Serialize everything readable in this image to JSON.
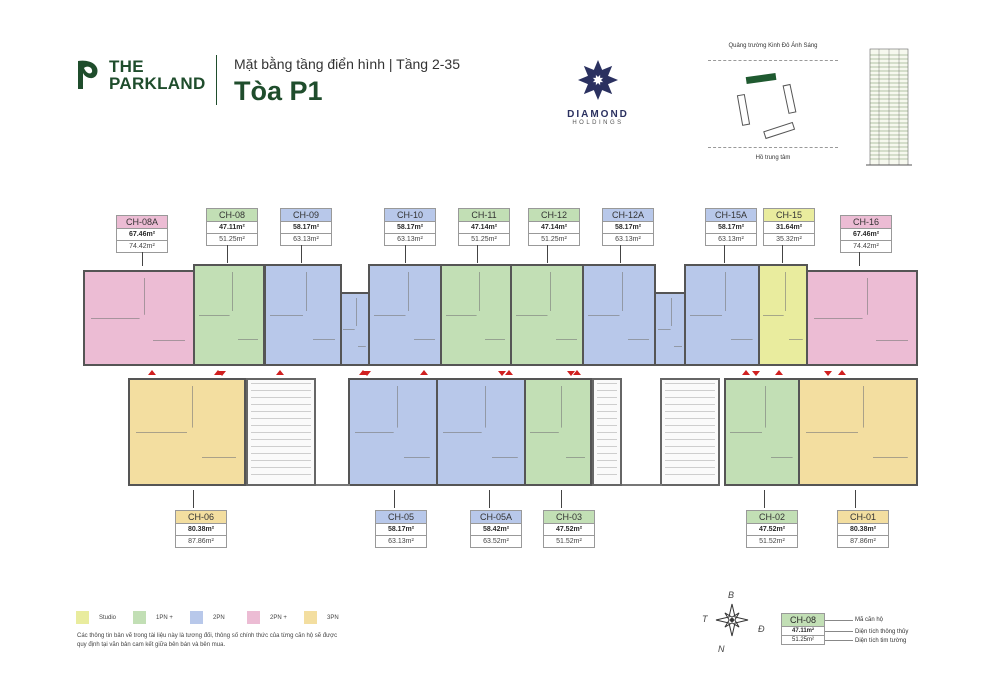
{
  "header": {
    "brand_line1": "THE",
    "brand_line2": "PARKLAND",
    "subtitle": "Mặt bằng tầng điển hình | Tầng 2-35",
    "title": "Tòa P1",
    "brand_color": "#1f4d2c"
  },
  "partner": {
    "name": "DIAMOND",
    "sub": "HOLDINGS",
    "color": "#2b3160"
  },
  "site_plan": {
    "top_label": "Quảng trường Kinh Đô Ánh Sáng",
    "bottom_label": "Hồ trung tâm"
  },
  "units_top": [
    {
      "code": "CH-08A",
      "net": "67.46m²",
      "gross": "74.42m²",
      "type": "2pn_plus"
    },
    {
      "code": "CH-08",
      "net": "47.11m²",
      "gross": "51.25m²",
      "type": "1pn_plus"
    },
    {
      "code": "CH-09",
      "net": "58.17m²",
      "gross": "63.13m²",
      "type": "2pn"
    },
    {
      "code": "CH-10",
      "net": "58.17m²",
      "gross": "63.13m²",
      "type": "2pn"
    },
    {
      "code": "CH-11",
      "net": "47.14m²",
      "gross": "51.25m²",
      "type": "1pn_plus"
    },
    {
      "code": "CH-12",
      "net": "47.14m²",
      "gross": "51.25m²",
      "type": "1pn_plus"
    },
    {
      "code": "CH-12A",
      "net": "58.17m²",
      "gross": "63.13m²",
      "type": "2pn"
    },
    {
      "code": "CH-15A",
      "net": "58.17m²",
      "gross": "63.13m²",
      "type": "2pn"
    },
    {
      "code": "CH-15",
      "net": "31.64m²",
      "gross": "35.32m²",
      "type": "studio"
    },
    {
      "code": "CH-16",
      "net": "67.46m²",
      "gross": "74.42m²",
      "type": "2pn_plus"
    }
  ],
  "units_bottom": [
    {
      "code": "CH-06",
      "net": "80.38m²",
      "gross": "87.86m²",
      "type": "3pn"
    },
    {
      "code": "CH-05",
      "net": "58.17m²",
      "gross": "63.13m²",
      "type": "2pn"
    },
    {
      "code": "CH-05A",
      "net": "58.42m²",
      "gross": "63.52m²",
      "type": "2pn"
    },
    {
      "code": "CH-03",
      "net": "47.52m²",
      "gross": "51.52m²",
      "type": "1pn_plus"
    },
    {
      "code": "CH-02",
      "net": "47.52m²",
      "gross": "51.52m²",
      "type": "1pn_plus"
    },
    {
      "code": "CH-01",
      "net": "80.38m²",
      "gross": "87.86m²",
      "type": "3pn"
    }
  ],
  "legend": [
    {
      "label": "Studio",
      "color": "#e9ec9e"
    },
    {
      "label": "1PN +",
      "color": "#c2dfb5"
    },
    {
      "label": "2PN",
      "color": "#b8c8ea"
    },
    {
      "label": "2PN +",
      "color": "#ecbcd4"
    },
    {
      "label": "3PN",
      "color": "#f3dea0"
    }
  ],
  "disclaimer": "Các thông tin bản vẽ trong tài liệu này là tương đối, thông số chính thức của từng căn hộ sẽ được quy định tại văn bản cam kết giữa bên bán và bên mua.",
  "compass": {
    "north": "B",
    "south": "N",
    "east": "Đ",
    "west": "T"
  },
  "key": {
    "code": "CH-08",
    "net": "47.11m²",
    "gross": "51.25m²",
    "code_desc": "Mã căn hộ",
    "net_desc": "Diện tích thông thủy",
    "gross_desc": "Diện tích tim tường"
  }
}
